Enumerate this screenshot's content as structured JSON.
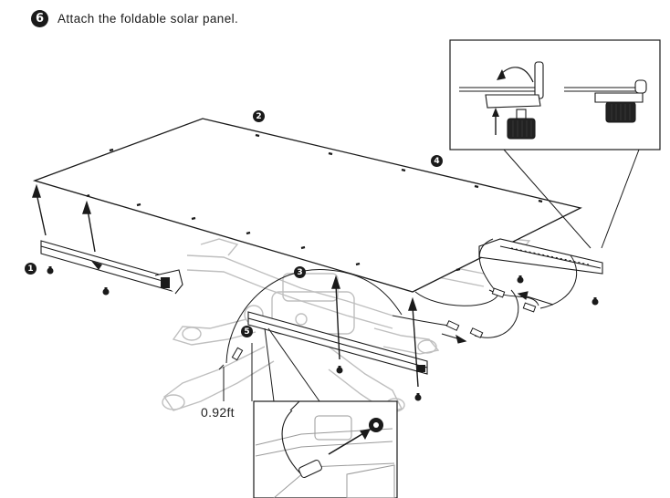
{
  "step": {
    "number": "6",
    "instruction": "Attach the foldable solar panel."
  },
  "callouts": [
    {
      "label": "1"
    },
    {
      "label": "2"
    },
    {
      "label": "3"
    },
    {
      "label": "4"
    },
    {
      "label": "5"
    }
  ],
  "dimension": {
    "cable_length": "0.92ft"
  },
  "colors": {
    "line": "#1a1a1a",
    "frame": "#bfbfbf",
    "badge": "#1a1a1a"
  }
}
